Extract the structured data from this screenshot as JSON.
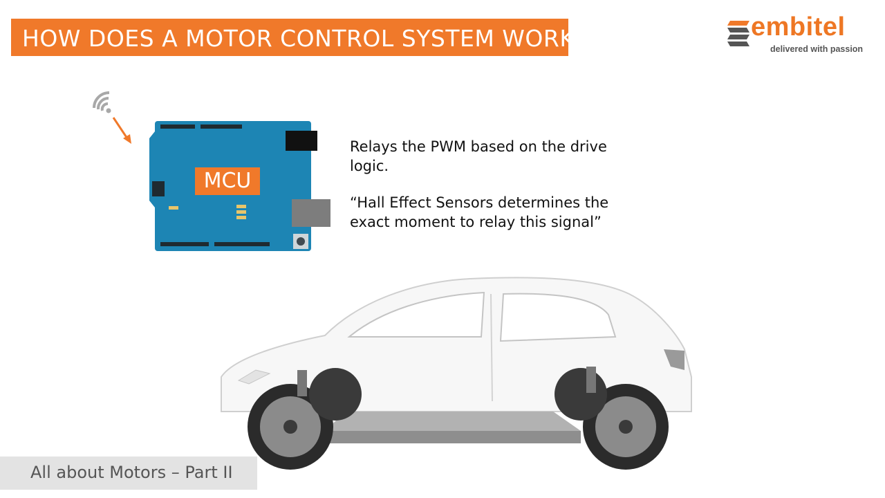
{
  "slide": {
    "title": "HOW DOES A MOTOR CONTROL SYSTEM WORK",
    "footer": "All about Motors – Part II"
  },
  "logo": {
    "brand": "embitel",
    "tagline": "delivered with passion"
  },
  "mcu": {
    "label": "MCU"
  },
  "description": {
    "line1": "Relays the PWM based on the drive logic.",
    "line2": "“Hall Effect Sensors determines the exact moment to relay this signal”"
  },
  "colors": {
    "accent": "#f0792a",
    "board": "#1d85b4",
    "footer_bg": "#e3e3e3"
  },
  "icons": [
    "wifi-signal-icon",
    "arrow-icon",
    "embitel-logo-icon"
  ]
}
